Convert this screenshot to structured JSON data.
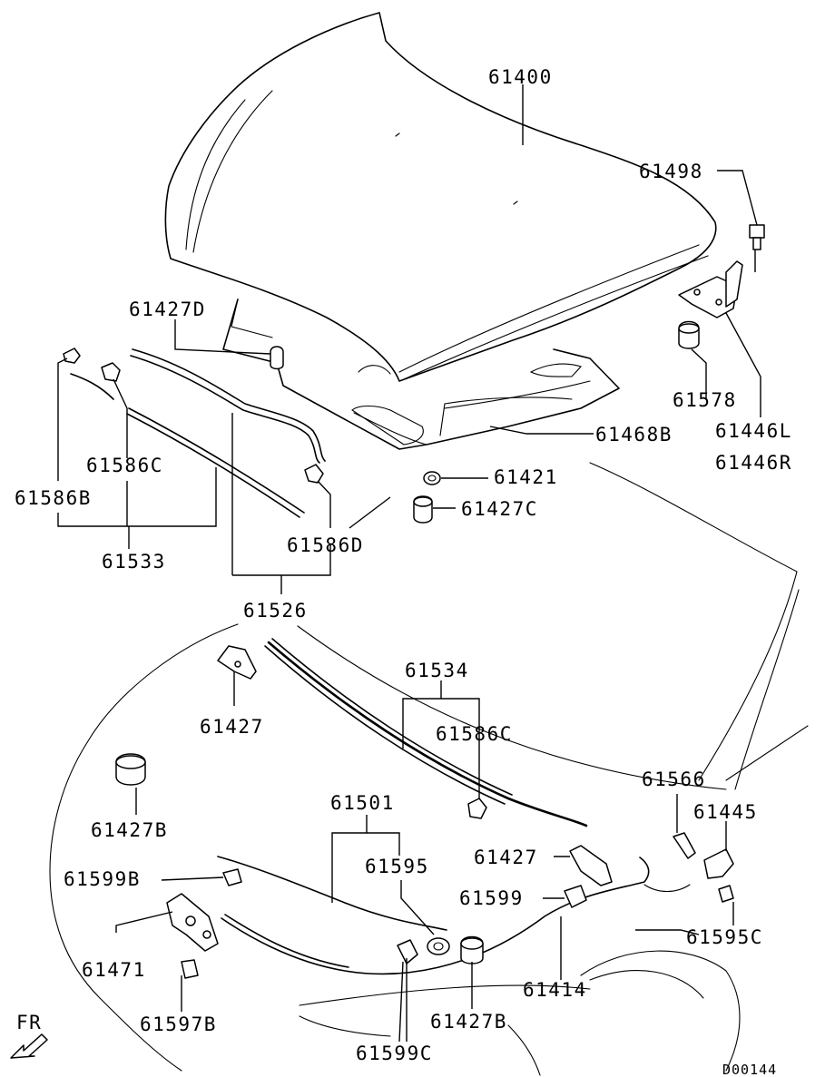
{
  "diagram": {
    "labels": [
      "61400",
      "61498",
      "61427D",
      "61578",
      "61446L",
      "61446R",
      "61468B",
      "61586C",
      "61586B",
      "61421",
      "61427C",
      "61533",
      "61586D",
      "61526",
      "61534",
      "61427",
      "61586C",
      "61566",
      "61427B",
      "61445",
      "61501",
      "61595",
      "61599B",
      "61427",
      "61599",
      "61595C",
      "61471",
      "61414",
      "61597B",
      "61427B",
      "61599C"
    ],
    "direction_label": "FR",
    "drawing_code": "D00144"
  }
}
